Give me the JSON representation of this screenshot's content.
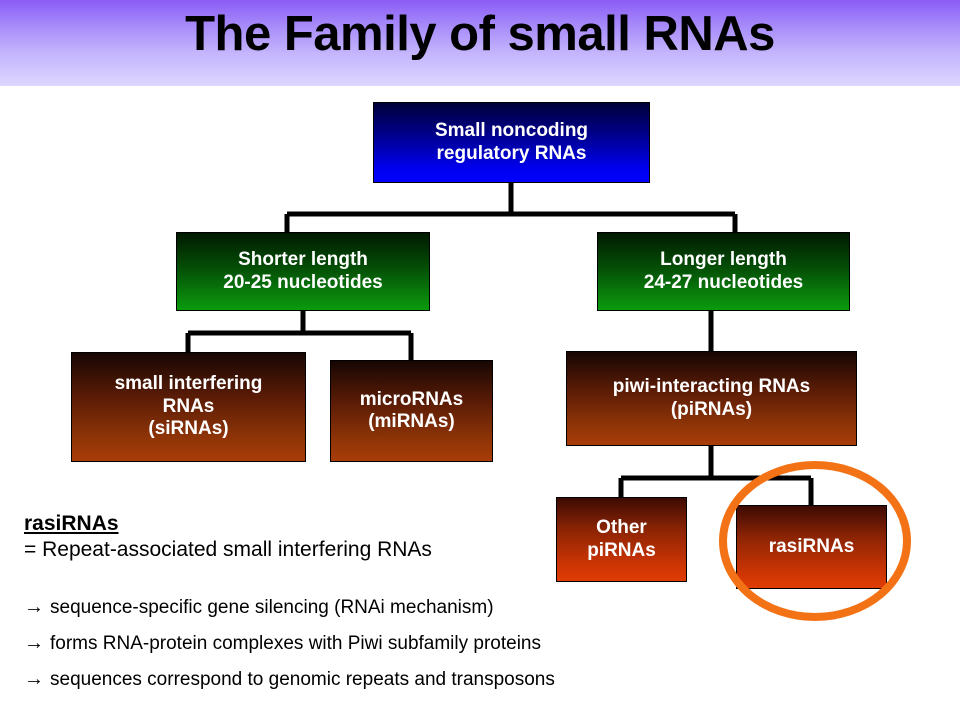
{
  "title": {
    "text": "The Family of small RNAs"
  },
  "diagram": {
    "nodes": {
      "root": {
        "line1": "Small noncoding",
        "line2": "regulatory RNAs",
        "color": "#0000ff"
      },
      "shorter": {
        "line1": "Shorter length",
        "line2": "20-25 nucleotides",
        "color": "#0a9b0c"
      },
      "longer": {
        "line1": "Longer length",
        "line2": "24-27 nucleotides",
        "color": "#0a9b0c"
      },
      "sirna": {
        "line1": "small interfering",
        "line2": "RNAs",
        "line3": "(siRNAs)",
        "color": "#a83c08"
      },
      "mirna": {
        "line1": "microRNAs",
        "line2": "(miRNAs)",
        "color": "#a83c08"
      },
      "pirna": {
        "line1": "piwi-interacting RNAs",
        "line2": "(piRNAs)",
        "color": "#a83c08"
      },
      "other_pirnas": {
        "line1": "Other",
        "line2": "piRNAs",
        "color": "#e03c05"
      },
      "rasirnas": {
        "line1": "rasiRNAs",
        "color": "#e03c05"
      }
    },
    "highlight": {
      "target": "rasiRNAs",
      "color": "#f47216"
    },
    "connector_color": "#000000"
  },
  "caption": {
    "term": "rasiRNAs",
    "definition": "= Repeat-associated small interfering RNAs"
  },
  "bullets": [
    {
      "arrow": "→",
      "text": "sequence-specific gene silencing (RNAi mechanism)"
    },
    {
      "arrow": "→",
      "text": "forms RNA-protein complexes with Piwi subfamily proteins"
    },
    {
      "arrow": "→",
      "text": "sequences correspond to genomic repeats and transposons"
    }
  ]
}
